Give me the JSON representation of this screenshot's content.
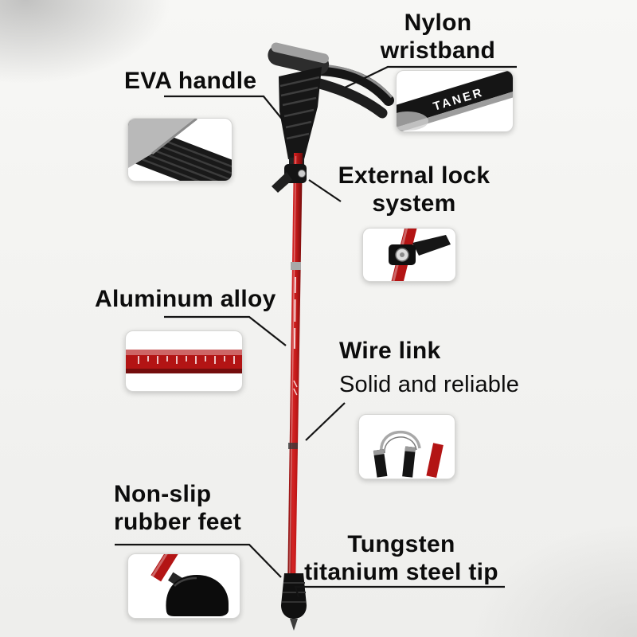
{
  "meta": {
    "description": "Trekking pole product feature diagram"
  },
  "colors": {
    "pole_red": "#b31414",
    "text": "#0c0c0c",
    "background": "#f4f4f1"
  },
  "brand": {
    "strap_text": "TANER"
  },
  "callouts": {
    "wristband": {
      "title_line1": "Nylon",
      "title_line2": "wristband"
    },
    "handle": {
      "title": "EVA handle"
    },
    "lock": {
      "title_line1": "External lock",
      "title_line2": "system"
    },
    "shaft": {
      "title": "Aluminum alloy"
    },
    "wire": {
      "title": "Wire link",
      "subtitle": "Solid and reliable"
    },
    "feet": {
      "title_line1": "Non-slip",
      "title_line2": "rubber feet"
    },
    "tip": {
      "title_line1": "Tungsten",
      "title_line2": "titanium steel tip"
    }
  }
}
